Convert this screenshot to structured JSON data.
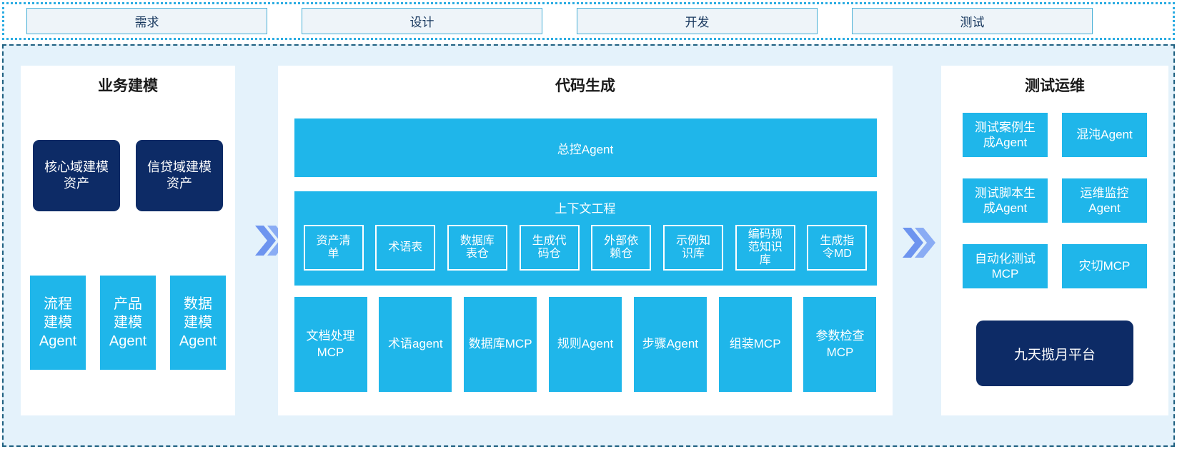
{
  "colors": {
    "accent_cyan": "#1FB6EA",
    "navy": "#0D2B66",
    "container_bg": "#E4F2FB",
    "panel_bg": "#FFFFFF",
    "dotted_border": "#2BACE2",
    "dashed_border": "#1E6080",
    "chevron_blue": "#7AA0F2",
    "stage_fill": "#EEF4F9",
    "stage_border": "#47AFD6",
    "stage_text": "#17375E"
  },
  "pipeline": {
    "stages": [
      "需求",
      "设计",
      "开发",
      "测试"
    ]
  },
  "business_modeling": {
    "title": "业务建模",
    "asset_boxes": [
      "核心域建模资产",
      "信贷域建模资产"
    ],
    "agent_boxes": [
      "流程建模Agent",
      "产品建模Agent",
      "数据建模Agent"
    ]
  },
  "code_generation": {
    "title": "代码生成",
    "master_agent": "总控Agent",
    "context_engineering": {
      "title": "上下文工程",
      "items": [
        "资产清单",
        "术语表",
        "数据库表仓",
        "生成代码仓",
        "外部依赖仓",
        "示例知识库",
        "编码规范知识库",
        "生成指令MD"
      ]
    },
    "tools": [
      "文档处理MCP",
      "术语agent",
      "数据库MCP",
      "规则Agent",
      "步骤Agent",
      "组装MCP",
      "参数检查MCP"
    ]
  },
  "test_ops": {
    "title": "测试运维",
    "grid": [
      "测试案例生成Agent",
      "混沌Agent",
      "测试脚本生成Agent",
      "运维监控Agent",
      "自动化测试MCP",
      "灾切MCP"
    ],
    "platform": "九天揽月平台"
  }
}
